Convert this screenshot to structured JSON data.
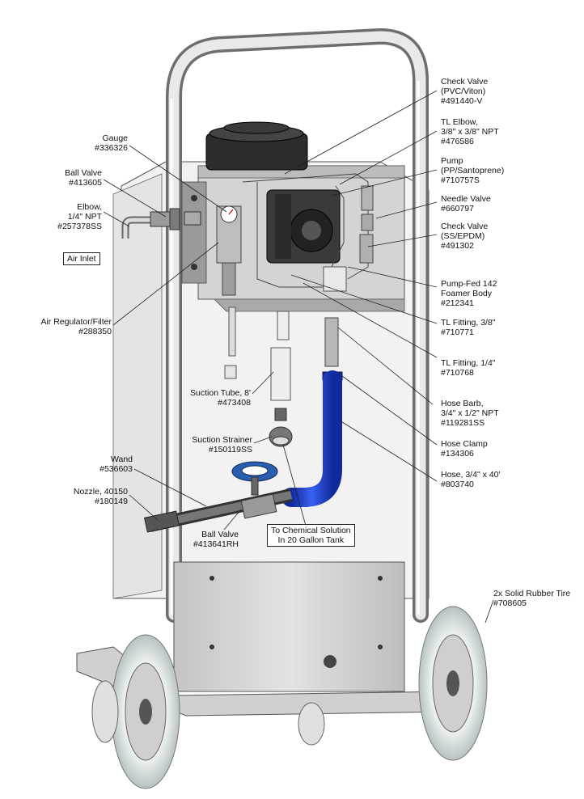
{
  "callouts": {
    "check_valve_pvc": [
      "Check Valve",
      "(PVC/Viton)",
      "#491440-V"
    ],
    "tl_elbow": [
      "TL Elbow,",
      "3/8\" x 3/8\" NPT",
      "#476586"
    ],
    "pump": [
      "Pump",
      "(PP/Santoprene)",
      "#710757S"
    ],
    "needle_valve": [
      "Needle Valve",
      "#660797"
    ],
    "check_valve_ss": [
      "Check Valve",
      "(SS/EPDM)",
      "#491302"
    ],
    "foamer_body": [
      "Pump-Fed 142",
      "Foamer Body",
      "#212341"
    ],
    "tl_fitting_38": [
      "TL Fitting, 3/8\"",
      "#710771"
    ],
    "tl_fitting_14": [
      "TL Fitting, 1/4\"",
      "#710768"
    ],
    "hose_barb": [
      "Hose Barb,",
      "3/4\" x 1/2\" NPT",
      "#119281SS"
    ],
    "hose_clamp": [
      "Hose Clamp",
      "#134306"
    ],
    "hose": [
      "Hose, 3/4\" x 40'",
      "#803740"
    ],
    "tire": [
      "2x Solid Rubber Tire",
      "#708605"
    ],
    "gauge": [
      "Gauge",
      "#336326"
    ],
    "ball_valve_top": [
      "Ball Valve",
      "#413605"
    ],
    "elbow": [
      "Elbow,",
      "1/4\" NPT",
      "#257378SS"
    ],
    "air_inlet": "Air Inlet",
    "air_regulator": [
      "Air Regulator/Filter",
      "#288350"
    ],
    "suction_tube": [
      "Suction Tube, 8'",
      "#473408"
    ],
    "suction_strainer": [
      "Suction Strainer",
      "#150119SS"
    ],
    "wand": [
      "Wand",
      "#536603"
    ],
    "nozzle": [
      "Nozzle, 40150",
      "#180149"
    ],
    "ball_valve_bottom": [
      "Ball Valve",
      "#413641RH"
    ],
    "chemical_note": [
      "To Chemical Solution",
      "In 20 Gallon Tank"
    ]
  },
  "colors": {
    "hose": "#1f3fd6",
    "valve_handle": "#2a5fb0",
    "frame": "#cfcfcf",
    "tire": "#e6ecec",
    "panel": "#d6d6d6"
  }
}
